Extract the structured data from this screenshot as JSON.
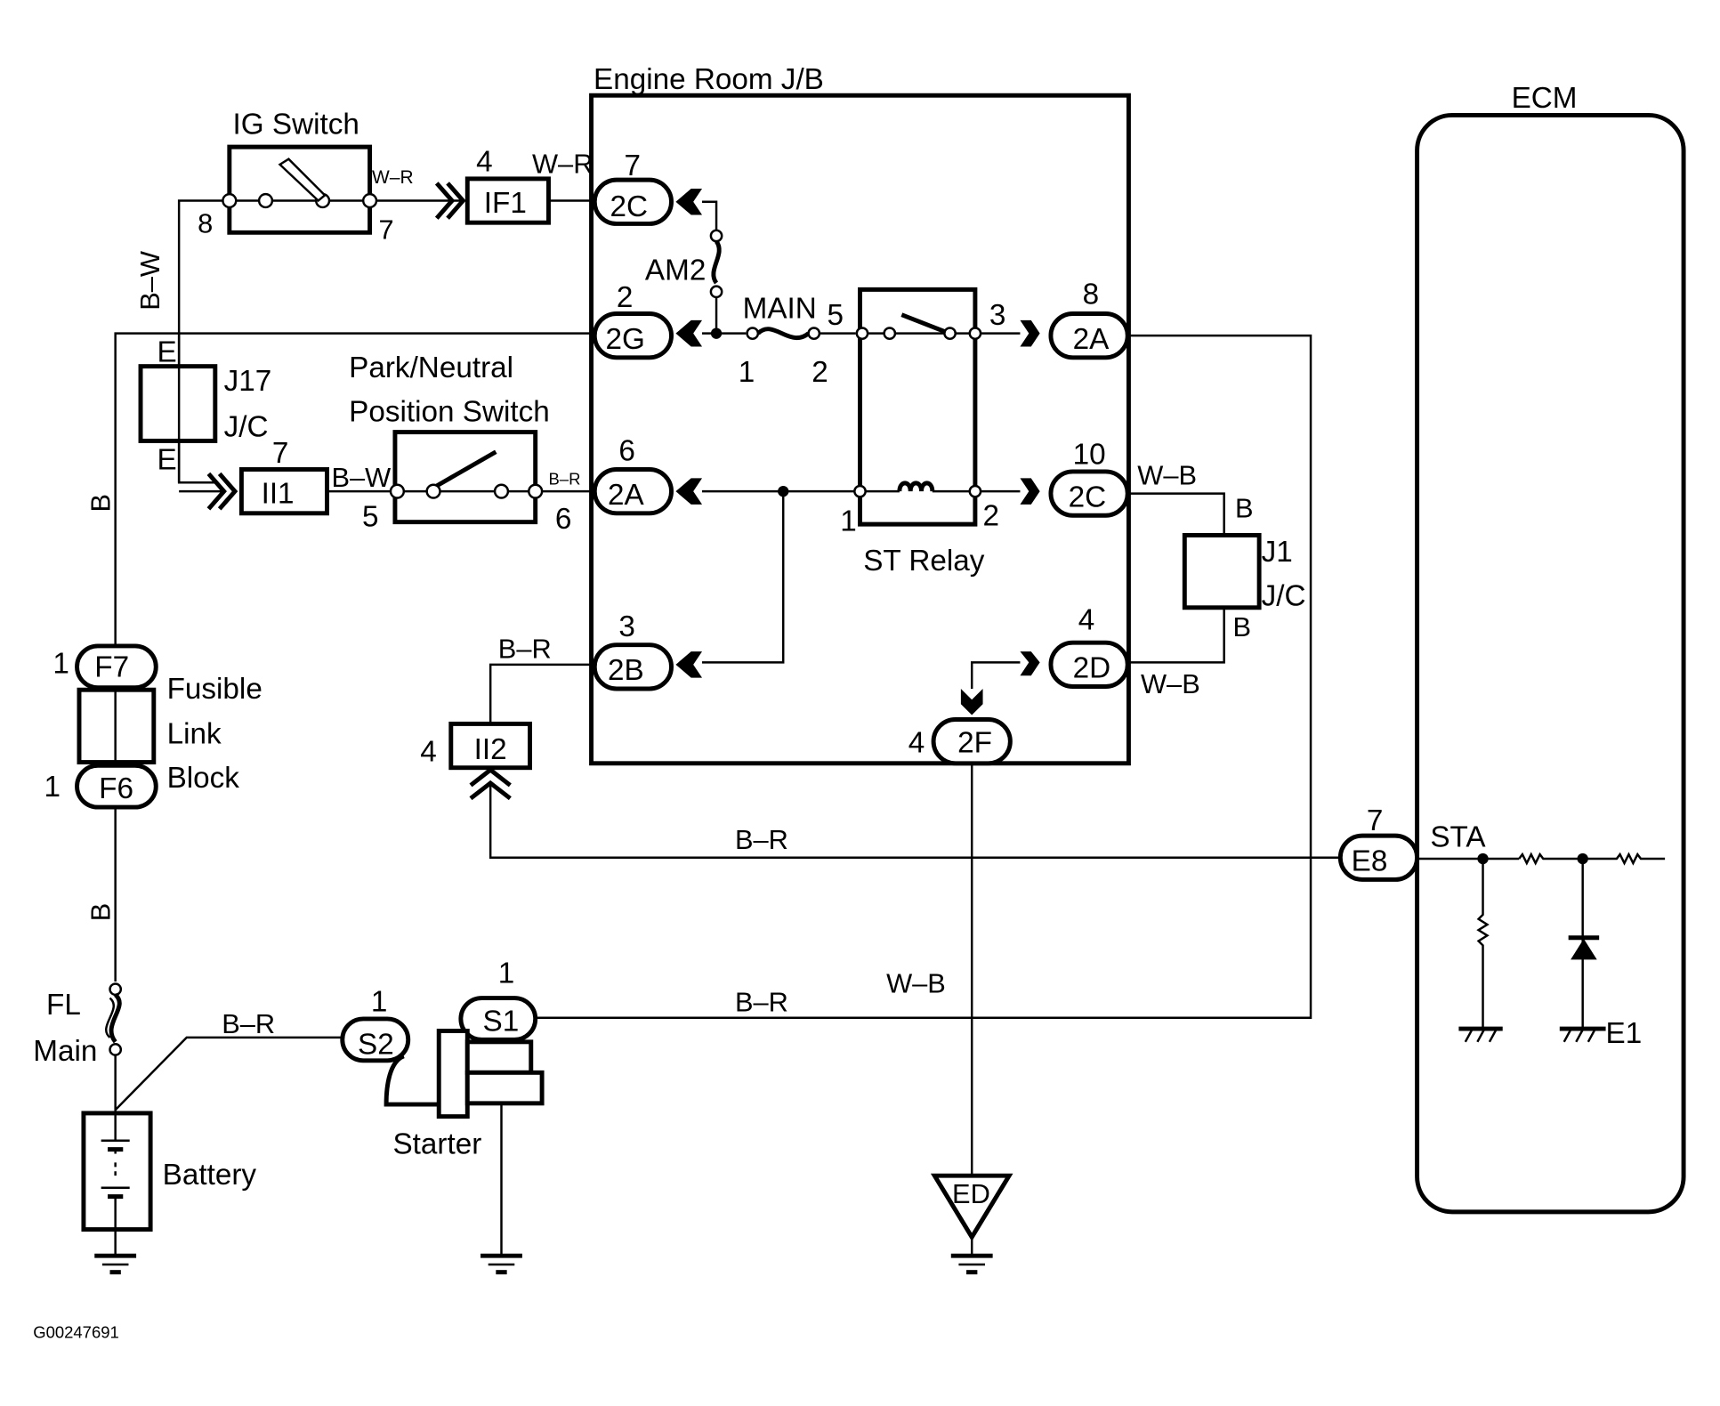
{
  "diagram": {
    "id_label": "G00247691",
    "components": {
      "ig_switch": {
        "label": "IG Switch",
        "pin_left": "8",
        "pin_right": "7"
      },
      "engine_room_jb": {
        "label": "Engine Room J/B"
      },
      "ecm": {
        "label": "ECM",
        "terminal_sta": "STA",
        "terminal_e1": "E1"
      },
      "park_neutral_switch": {
        "label_line1": "Park/Neutral",
        "label_line2": "Position Switch",
        "pin_left": "5",
        "pin_right": "6"
      },
      "j17": {
        "label_line1": "J17",
        "label_line2": "J/C",
        "pin_top": "E",
        "pin_bottom": "E"
      },
      "j1": {
        "label_line1": "J1",
        "label_line2": "J/C",
        "pin_top": "B",
        "pin_bottom": "B"
      },
      "st_relay": {
        "label": "ST Relay",
        "pins": {
          "p1": "1",
          "p2": "2",
          "p3": "3",
          "p5": "5"
        }
      },
      "fuse_am2": {
        "label": "AM2"
      },
      "fuse_main": {
        "label": "MAIN",
        "pin_1": "1",
        "pin_2": "2"
      },
      "fusible_link_block": {
        "line1": "Fusible",
        "line2": "Link",
        "line3": "Block"
      },
      "fl_main": {
        "line1": "FL",
        "line2": "Main"
      },
      "battery": {
        "label": "Battery"
      },
      "starter": {
        "label": "Starter"
      },
      "ground_ed": {
        "label": "ED"
      }
    },
    "connectors": [
      {
        "id": "IF1",
        "pin": "4"
      },
      {
        "id": "II1",
        "pin": "7"
      },
      {
        "id": "II2",
        "pin": "4"
      },
      {
        "id": "2C",
        "pin": "7",
        "key": "c2c_top"
      },
      {
        "id": "2G",
        "pin": "2",
        "key": "c2g"
      },
      {
        "id": "2A",
        "pin": "8",
        "key": "c2a_right"
      },
      {
        "id": "2A",
        "pin": "6",
        "key": "c2a_left"
      },
      {
        "id": "2C",
        "pin": "10",
        "key": "c2c_right"
      },
      {
        "id": "2B",
        "pin": "3",
        "key": "c2b"
      },
      {
        "id": "2D",
        "pin": "4",
        "key": "c2d"
      },
      {
        "id": "2F",
        "pin": "4",
        "key": "c2f"
      },
      {
        "id": "F7",
        "pin": "1"
      },
      {
        "id": "F6",
        "pin": "1"
      },
      {
        "id": "E8",
        "pin": "7"
      },
      {
        "id": "S1",
        "pin": "1"
      },
      {
        "id": "S2",
        "pin": "1"
      }
    ],
    "wire_colors": {
      "bw_vertical": "B–W",
      "wr_ig": "W–R",
      "wr_if1": "W–R",
      "b_left_upper": "B",
      "b_left_lower": "B",
      "bw_ii1": "B–W",
      "br_pn": "B–R",
      "br_2b": "B–R",
      "br_e8": "B–R",
      "br_s1": "B–R",
      "br_s2": "B–R",
      "wb_2c": "W–B",
      "wb_2d": "W–B",
      "wb_2f": "W–B"
    }
  }
}
